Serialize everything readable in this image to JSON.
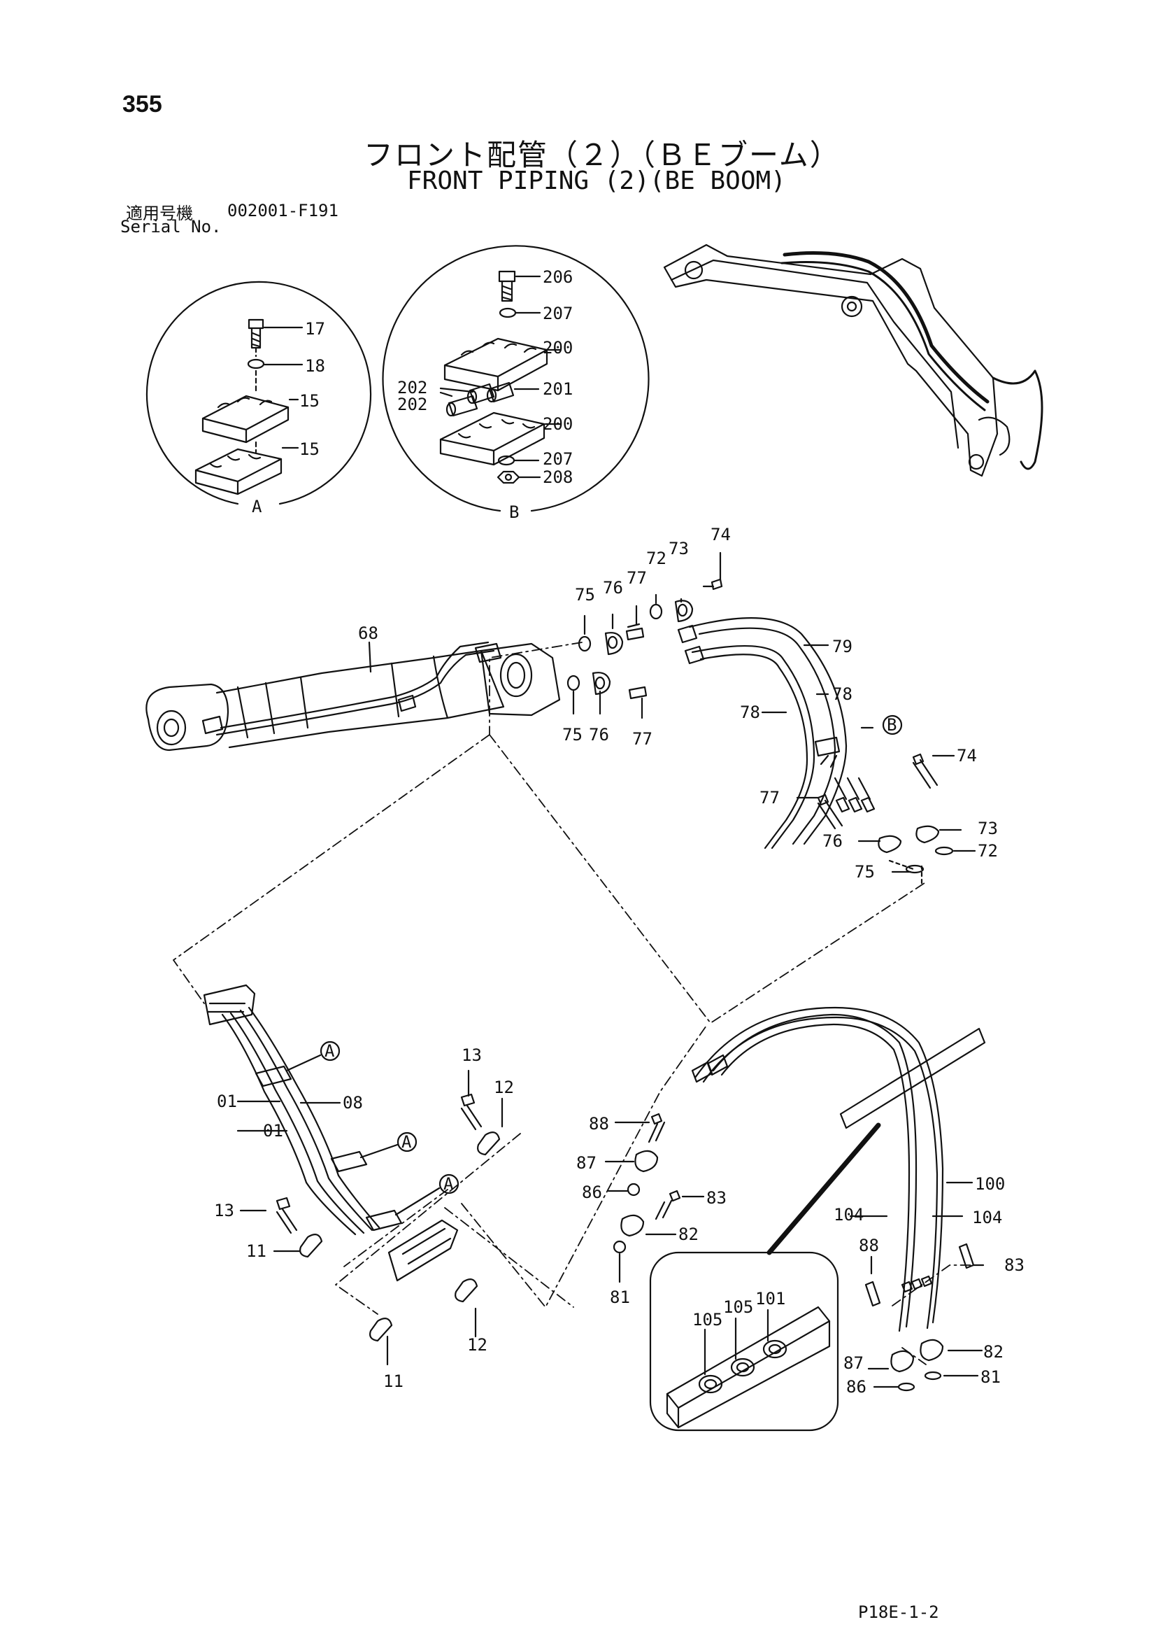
{
  "page_number": "355",
  "title_ja": "フロント配管（２）（ＢＥブーム）",
  "title_en": "FRONT PIPING (2)(BE BOOM)",
  "serial": {
    "label_ja": "適用号機",
    "range": "002001-F191",
    "label_en": "Serial No."
  },
  "detail_labels": {
    "a": "A",
    "b": "B"
  },
  "callouts": {
    "detail_a": [
      "17",
      "18",
      "15",
      "15"
    ],
    "detail_b": [
      "206",
      "207",
      "200",
      "202",
      "202",
      "201",
      "200",
      "207",
      "208"
    ],
    "cylinder": [
      "74",
      "73",
      "72",
      "77",
      "76",
      "75",
      "68",
      "79",
      "75",
      "76",
      "77",
      "78",
      "78",
      "B"
    ],
    "fittings_right": [
      "74",
      "77",
      "73",
      "72",
      "76",
      "75"
    ],
    "lower_left": [
      "A",
      "13",
      "12",
      "01",
      "08",
      "01",
      "A",
      "A",
      "13",
      "11",
      "12",
      "11"
    ],
    "lower_mid": [
      "88",
      "87",
      "86",
      "83",
      "82",
      "81"
    ],
    "lower_right": [
      "100",
      "104",
      "104",
      "88",
      "83",
      "82",
      "87",
      "81",
      "86"
    ],
    "inset": [
      "101",
      "105",
      "105"
    ]
  },
  "footer_code": "P18E-1-2"
}
